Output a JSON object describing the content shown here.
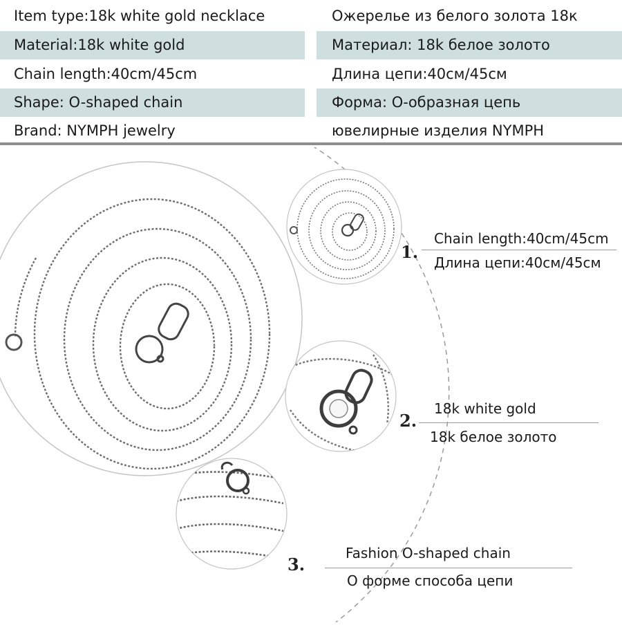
{
  "specs": [
    {
      "en": "Item type:18k white gold necklace",
      "ru": "Ожерелье из белого золота 18к",
      "shaded": false
    },
    {
      "en": "Material:18k white gold",
      "ru": "Материал: 18k белое золото",
      "shaded": true
    },
    {
      "en": "Chain length:40cm/45cm",
      "ru": "Длина цепи:40см/45см",
      "shaded": false
    },
    {
      "en": "Shape: O-shaped chain",
      "ru": "Форма: О-образная цепь",
      "shaded": true
    },
    {
      "en": "Brand: NYMPH jewelry",
      "ru": "ювелирные изделия NYMPH",
      "shaded": false
    }
  ],
  "callouts": [
    {
      "num": "1.",
      "en": "Chain length:40cm/45cm",
      "ru": "Длина цепи:40см/45см"
    },
    {
      "num": "2.",
      "en": "18k white gold",
      "ru": "18k белое золото"
    },
    {
      "num": "3.",
      "en": "Fashion O-shaped chain",
      "ru": "О форме способа цепи"
    }
  ],
  "colors": {
    "row_shade": "#cfdfe0",
    "rule": "#8f8f8f",
    "chain": "#6d6d6d",
    "circle": "#bdbdbd"
  },
  "icons": [
    "necklace-coil-image",
    "necklace-closeup-image",
    "clasp-closeup-image",
    "chain-strands-image"
  ]
}
